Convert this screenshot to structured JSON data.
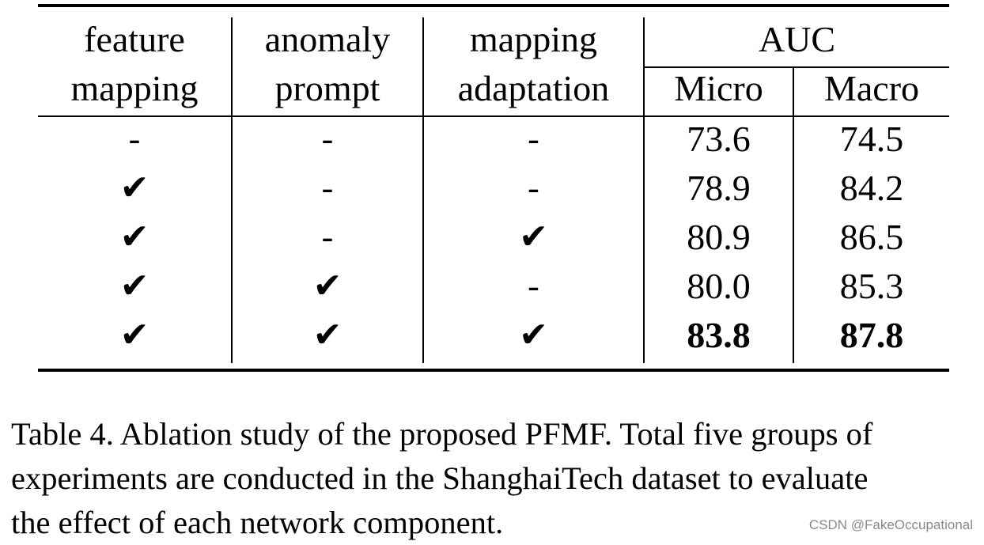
{
  "table": {
    "headers": {
      "feature_mapping": [
        "feature",
        "mapping"
      ],
      "anomaly_prompt": [
        "anomaly",
        "prompt"
      ],
      "mapping_adaptation": [
        "mapping",
        "adaptation"
      ],
      "auc": "AUC",
      "micro": "Micro",
      "macro": "Macro"
    },
    "rows": [
      {
        "feature_mapping": "-",
        "anomaly_prompt": "-",
        "mapping_adaptation": "-",
        "micro": "73.6",
        "macro": "74.5"
      },
      {
        "feature_mapping": "✔",
        "anomaly_prompt": "-",
        "mapping_adaptation": "-",
        "micro": "78.9",
        "macro": "84.2"
      },
      {
        "feature_mapping": "✔",
        "anomaly_prompt": "-",
        "mapping_adaptation": "✔",
        "micro": "80.9",
        "macro": "86.5"
      },
      {
        "feature_mapping": "✔",
        "anomaly_prompt": "✔",
        "mapping_adaptation": "-",
        "micro": "80.0",
        "macro": "85.3"
      },
      {
        "feature_mapping": "✔",
        "anomaly_prompt": "✔",
        "mapping_adaptation": "✔",
        "micro": "83.8",
        "macro": "87.8"
      }
    ]
  },
  "caption": {
    "lines": [
      "Table 4.  Ablation study of the proposed PFMF. Total five groups of",
      "experiments are conducted in the ShanghaiTech dataset to evaluate",
      "the effect of each network component."
    ]
  },
  "watermark": "CSDN @FakeOccupational"
}
